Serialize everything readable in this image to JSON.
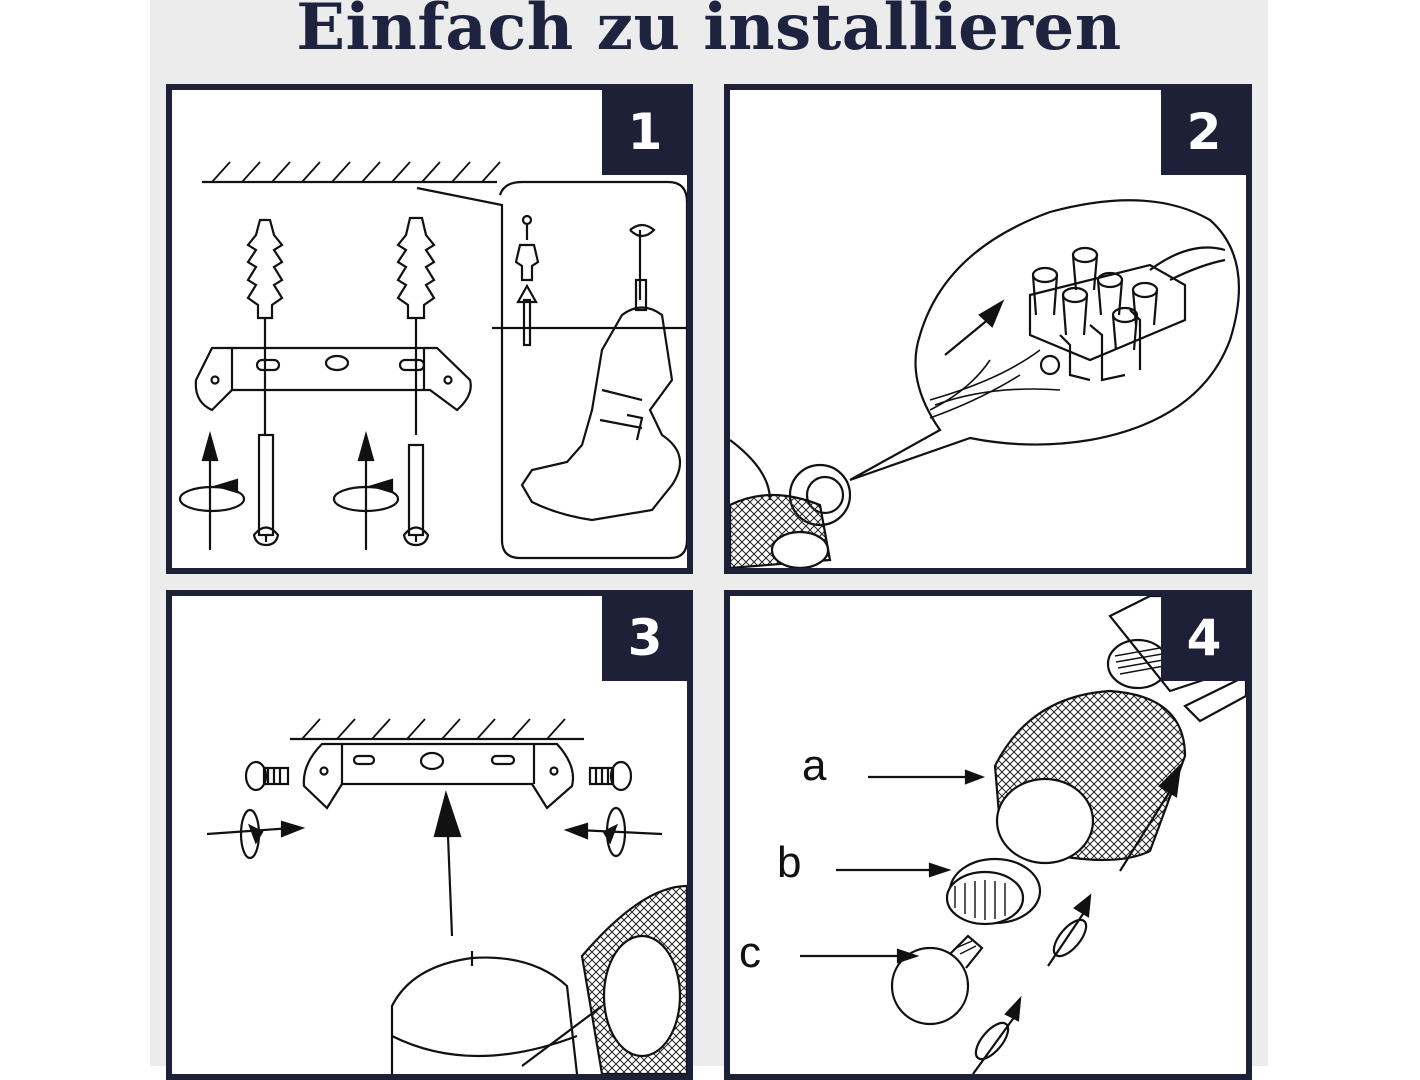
{
  "title": "Einfach zu installieren",
  "steps": [
    {
      "number": "1"
    },
    {
      "number": "2"
    },
    {
      "number": "3"
    },
    {
      "number": "4",
      "labels": [
        "a",
        "b",
        "c"
      ]
    }
  ]
}
